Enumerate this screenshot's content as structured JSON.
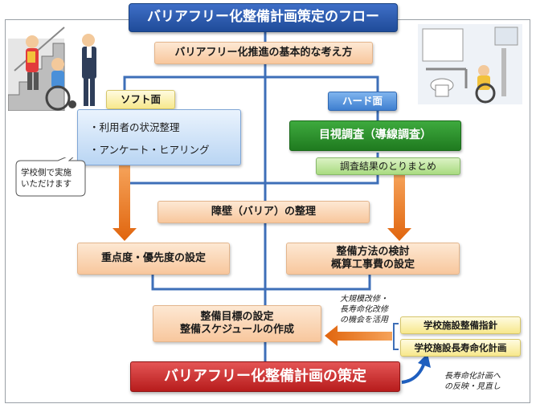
{
  "title": "バリアフリー化整備計画策定のフロー",
  "basic_policy": "バリアフリー化推進の基本的な考え方",
  "soft": {
    "label": "ソフト面",
    "items": [
      "・利用者の状況整理",
      "・アンケート・ヒアリング"
    ]
  },
  "hard": {
    "label": "ハード面",
    "survey": "目視調査（導線調査）",
    "summary": "調査結果のとりまとめ"
  },
  "bubble": {
    "line1": "学校側で実施",
    "line2": "いただけます"
  },
  "barrier": "障壁（バリア）の整理",
  "priority": "重点度・優先度の設定",
  "method": {
    "line1": "整備方法の検討",
    "line2": "概算工事費の設定"
  },
  "goal": {
    "line1": "整備目標の設定",
    "line2": "整備スケジュールの作成"
  },
  "renovation_note": {
    "line1": "大規模改修・",
    "line2": "長寿命化改修",
    "line3": "の機会を活用"
  },
  "guidelines": [
    "学校施設整備指針",
    "学校施設長寿命化計画"
  ],
  "final": "バリアフリー化整備計画の策定",
  "reflect_note": {
    "line1": "長寿命化計画へ",
    "line2": "の反映・見直し"
  },
  "colors": {
    "title_blue": "#1f4b99",
    "arrow_orange": "#e8731a",
    "final_red": "#c62828",
    "green": "#2e8b2e",
    "flow_line": "#3e6fb8"
  }
}
